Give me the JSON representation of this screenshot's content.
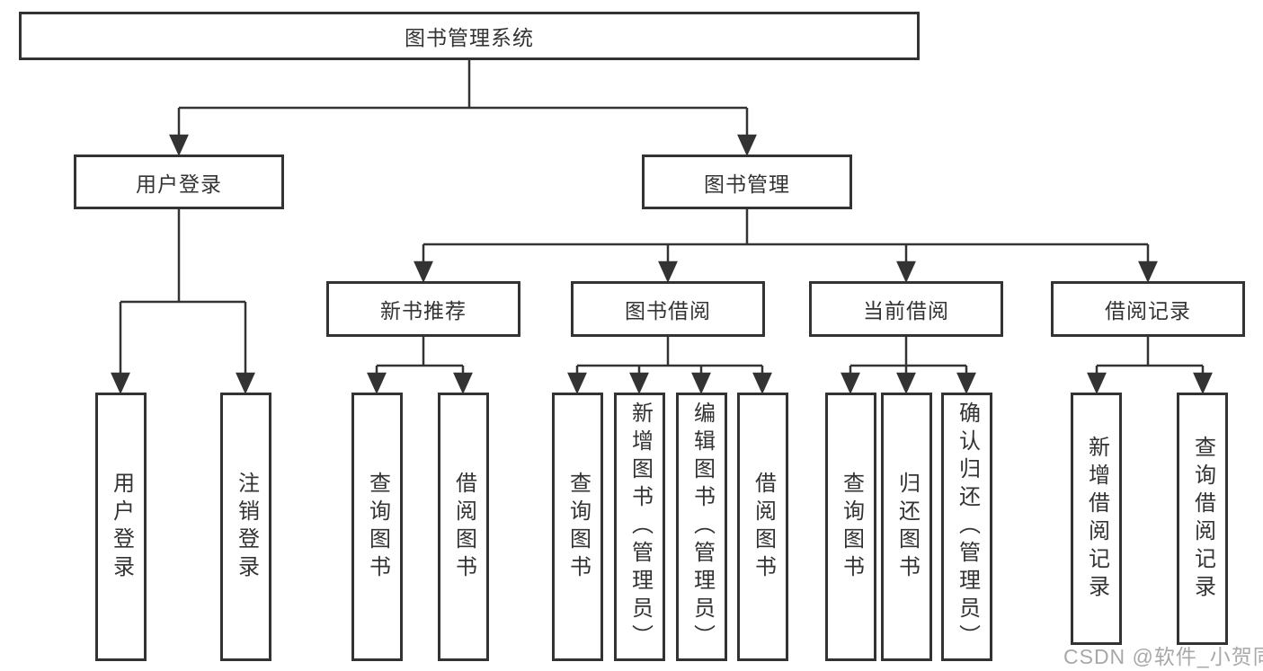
{
  "diagram": {
    "type": "hierarchy-tree",
    "colors": {
      "line": "#333333",
      "text": "#333333",
      "box_bg": "#ffffff",
      "watermark": "#9e9e9e"
    },
    "nodes": {
      "root": {
        "label": "图书管理系统",
        "level": 1
      },
      "user_login": {
        "label": "用户登录",
        "level": 2,
        "parent": "root"
      },
      "book_mgmt": {
        "label": "图书管理",
        "level": 2,
        "parent": "root"
      },
      "new_book_rec": {
        "label": "新书推荐",
        "level": 3,
        "parent": "book_mgmt"
      },
      "book_borrow": {
        "label": "图书借阅",
        "level": 3,
        "parent": "book_mgmt"
      },
      "current_borrow": {
        "label": "当前借阅",
        "level": 3,
        "parent": "book_mgmt"
      },
      "borrow_record": {
        "label": "借阅记录",
        "level": 3,
        "parent": "book_mgmt"
      },
      "leaf_user_login": {
        "label": "用户登录",
        "level": 4,
        "parent": "user_login"
      },
      "leaf_logout": {
        "label": "注销登录",
        "level": 4,
        "parent": "user_login"
      },
      "leaf_query_book_1": {
        "label": "查询图书",
        "level": 4,
        "parent": "new_book_rec"
      },
      "leaf_borrow_book_1": {
        "label": "借阅图书",
        "level": 4,
        "parent": "new_book_rec"
      },
      "leaf_query_book_2": {
        "label": "查询图书",
        "level": 4,
        "parent": "book_borrow"
      },
      "leaf_add_book": {
        "label": "新增图书（管理员）",
        "level": 4,
        "parent": "book_borrow"
      },
      "leaf_edit_book": {
        "label": "编辑图书（管理员）",
        "level": 4,
        "parent": "book_borrow"
      },
      "leaf_borrow_book_2": {
        "label": "借阅图书",
        "level": 4,
        "parent": "book_borrow"
      },
      "leaf_query_book_3": {
        "label": "查询图书",
        "level": 4,
        "parent": "current_borrow"
      },
      "leaf_return_book": {
        "label": "归还图书",
        "level": 4,
        "parent": "current_borrow"
      },
      "leaf_confirm_return": {
        "label": "确认归还（管理员）",
        "level": 4,
        "parent": "current_borrow"
      },
      "leaf_add_record": {
        "label": "新增借阅记录",
        "level": 4,
        "parent": "borrow_record"
      },
      "leaf_query_record": {
        "label": "查询借阅记录",
        "level": 4,
        "parent": "borrow_record"
      }
    },
    "watermark": "CSDN @软件_小贺同学"
  }
}
